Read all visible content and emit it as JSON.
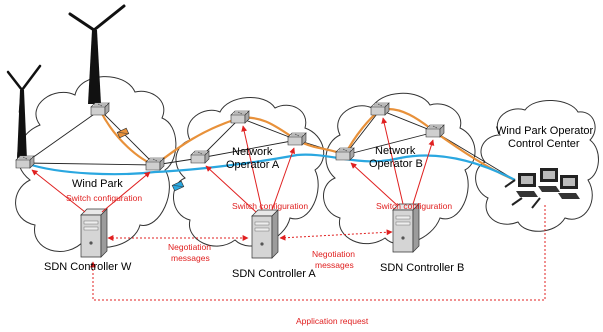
{
  "labels": {
    "wind_park": "Wind Park",
    "operator_a_line1": "Network",
    "operator_a_line2": "Operator A",
    "operator_b_line1": "Network",
    "operator_b_line2": "Operator B",
    "control_center_line1": "Wind Park Operator",
    "control_center_line2": "Control Center",
    "controller_w": "SDN Controller W",
    "controller_a": "SDN Controller A",
    "controller_b": "SDN Controller B",
    "switch_config_w": "Switch configuration",
    "switch_config_a": "Switch configuration",
    "switch_config_b": "Switch configuration",
    "negotiation_1_line1": "Negotiation",
    "negotiation_1_line2": "messages",
    "negotiation_2_line1": "Negotiation",
    "negotiation_2_line2": "messages",
    "application_request": "Application request"
  },
  "colors": {
    "orange_path": "#e8913a",
    "blue_path": "#2aa7e0",
    "red_arrows": "#e02020",
    "cloud_stroke": "#333333"
  }
}
